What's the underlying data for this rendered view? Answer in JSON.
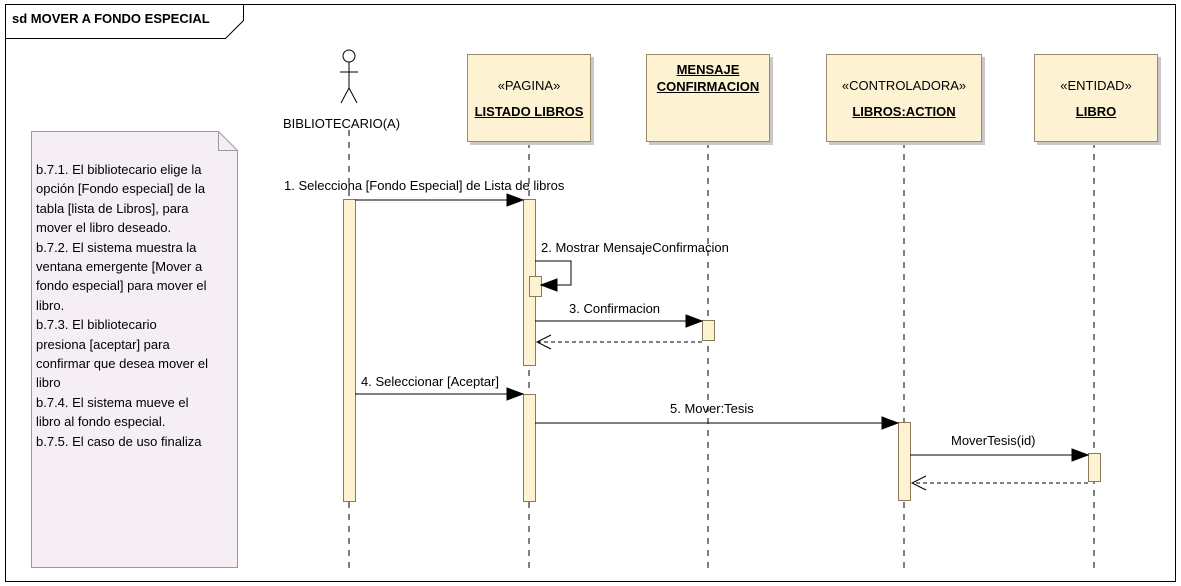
{
  "frame": {
    "title": "sd MOVER A FONDO ESPECIAL"
  },
  "actor": {
    "name": "BIBLIOTECARIO(A)",
    "icon": "stick-figure-icon"
  },
  "lifelines": [
    {
      "stereotype": "«PAGINA»",
      "name": "LISTADO LIBROS"
    },
    {
      "stereotype": "",
      "name": "MENSAJE CONFIRMACION",
      "name_line1": "MENSAJE",
      "name_line2": "CONFIRMACION"
    },
    {
      "stereotype": "«CONTROLADORA»",
      "name": "LIBROS:ACTION"
    },
    {
      "stereotype": "«ENTIDAD»",
      "name": "LIBRO"
    }
  ],
  "note": {
    "text": "b.7.1. El bibliotecario elige la\nopción [Fondo especial] de la\ntabla [lista de Libros], para\nmover el libro deseado.\nb.7.2. El sistema muestra la\nventana emergente [Mover a\nfondo especial] para mover el\nlibro.\nb.7.3.  El bibliotecario\npresiona [aceptar]  para\nconfirmar que desea mover el\nlibro\nb.7.4.  El sistema mueve el\nlibro al fondo especial.\nb.7.5.  El caso de uso finaliza"
  },
  "messages": [
    {
      "label": "1. Selecciona [Fondo Especial] de Lista de libros",
      "kind": "sync"
    },
    {
      "label": "2. Mostrar MensajeConfirmacion",
      "kind": "self"
    },
    {
      "label": "3. Confirmacion",
      "kind": "sync"
    },
    {
      "label": "",
      "kind": "return"
    },
    {
      "label": "4. Seleccionar [Aceptar]",
      "kind": "sync"
    },
    {
      "label": "5. Mover:Tesis",
      "kind": "sync"
    },
    {
      "label": "MoverTesis(id)",
      "kind": "sync"
    },
    {
      "label": "",
      "kind": "return"
    }
  ],
  "colors": {
    "lifeline_fill": "#fdf3d2",
    "activation_fill": "#fdf3d2",
    "note_fill": "#f5eef5",
    "frame_border": "#000000"
  }
}
